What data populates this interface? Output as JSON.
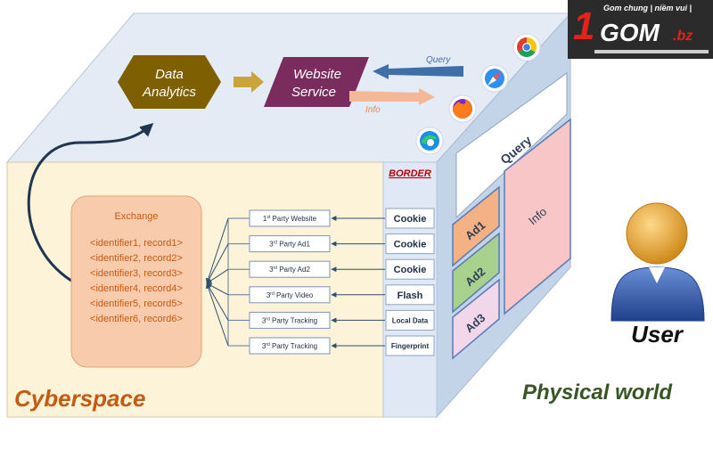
{
  "diagram": {
    "top_pipeline": {
      "data_analytics": [
        "Data",
        "Analytics"
      ],
      "website_service": [
        "Website",
        "Service"
      ],
      "query_arrow_label": "Query",
      "info_arrow_label": "Info"
    },
    "exchange": {
      "title": "Exchange",
      "records": [
        "<identifier1, record1>",
        "<identifier2, record2>",
        "<identifier3, record3>",
        "<identifier4, record4>",
        "<identifier5, record5>",
        "<identifier6, record6>"
      ]
    },
    "parties": [
      {
        "sup": "st",
        "rest": " Party Website",
        "num": "1"
      },
      {
        "sup": "rd",
        "rest": " Party Ad1",
        "num": "3"
      },
      {
        "sup": "rd",
        "rest": " Party Ad2",
        "num": "3"
      },
      {
        "sup": "rd",
        "rest": " Party Video",
        "num": "3"
      },
      {
        "sup": "rd",
        "rest": " Party Tracking",
        "num": "3"
      },
      {
        "sup": "rd",
        "rest": " Party Tracking",
        "num": "3"
      }
    ],
    "border_label": "BORDER",
    "storage": [
      "Cookie",
      "Cookie",
      "Cookie",
      "Flash",
      "Local Data",
      "Fingerprint"
    ],
    "browser_panel": {
      "query": "Query",
      "info": "Info",
      "ads": [
        "Ad1",
        "Ad2",
        "Ad3"
      ]
    },
    "browsers": [
      "edge-icon",
      "firefox-icon",
      "safari-icon",
      "chrome-icon"
    ],
    "cyberspace_label": "Cyberspace",
    "physical_label": "Physical world",
    "user_label": "User"
  },
  "logo": {
    "slogan": "Gom chung | niềm vui |",
    "one": "1",
    "main": "GOM",
    "tld": ".bz"
  },
  "colors": {
    "front_face": "#fdf3d8",
    "top_face": "#e4ebf5",
    "side_face": "#c3d3e8",
    "orange": "#c55a11",
    "green": "#375623",
    "data_analytics": "#7f6000",
    "website_service": "#7b2c5e",
    "exchange_box": "#f8cbad",
    "ad1": "#f4b183",
    "ad2": "#a9d18e",
    "ad3": "#f2d7ea",
    "info_panel": "#f8c6c6"
  }
}
